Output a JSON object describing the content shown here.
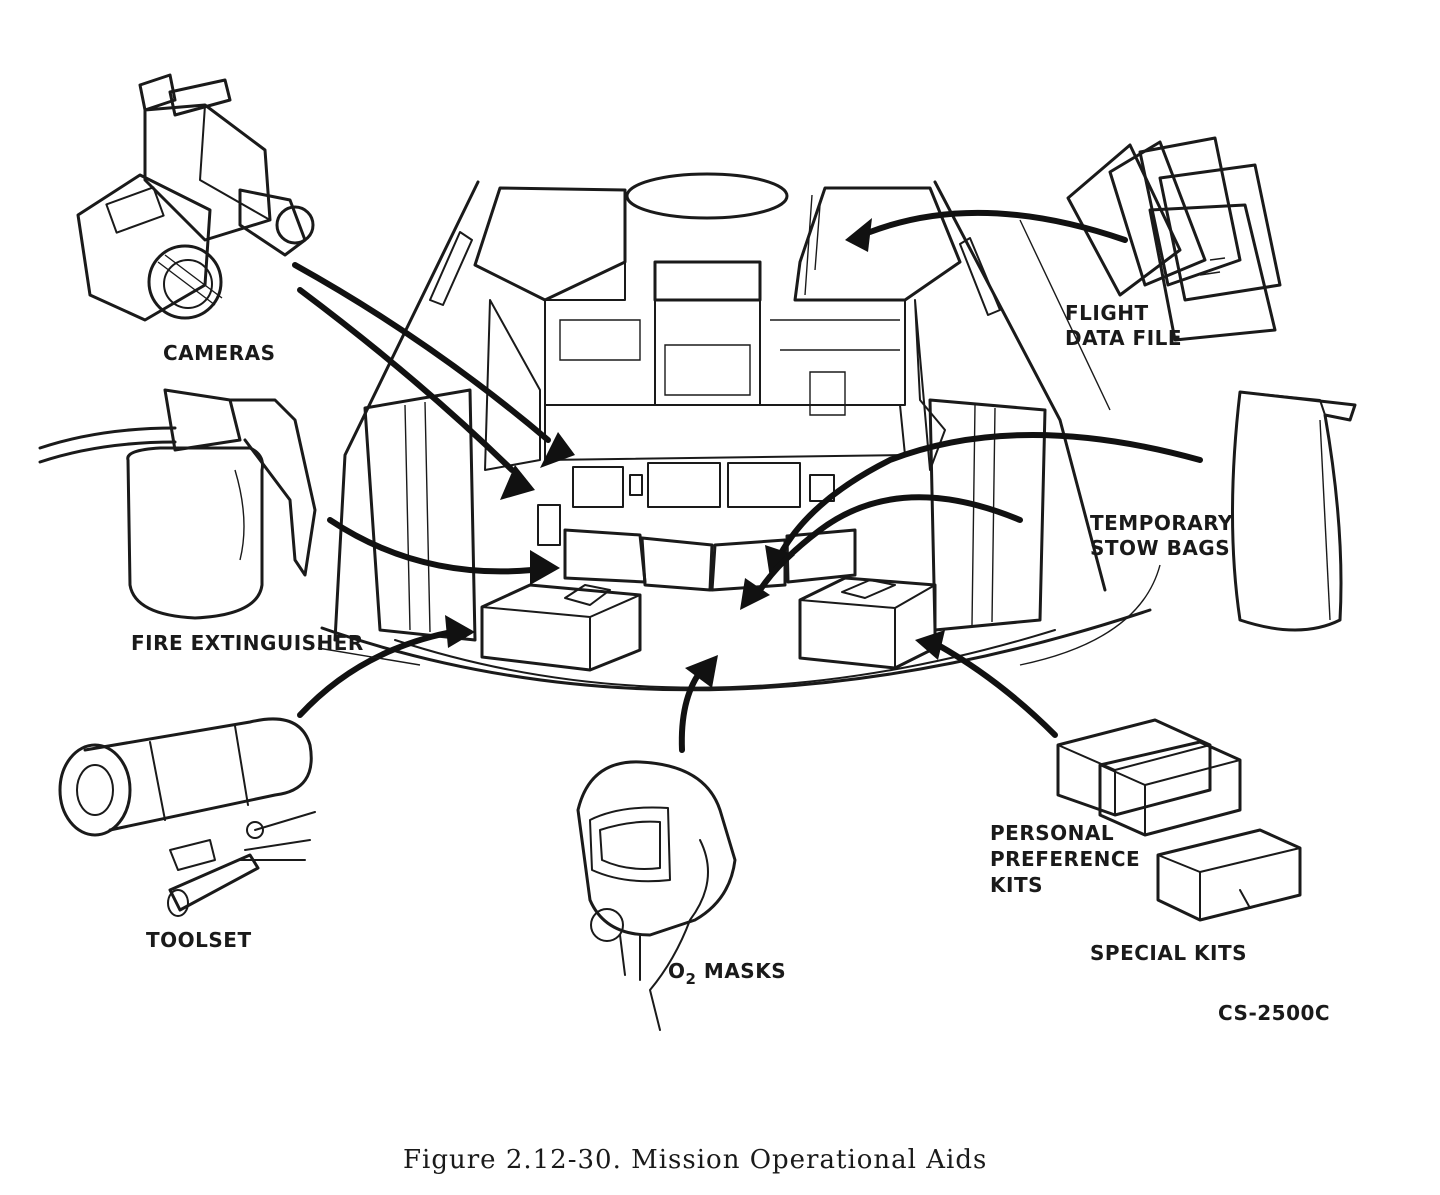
{
  "labels": {
    "cameras": "CAMERAS",
    "fire_extinguisher": "FIRE EXTINGUISHER",
    "toolset": "TOOLSET",
    "o2_masks": "O",
    "o2_masks_sub": "2",
    "o2_masks_rest": " MASKS",
    "flight_data_file_1": "FLIGHT",
    "flight_data_file_2": "DATA FILE",
    "stow_bags_1": "TEMPORARY",
    "stow_bags_2": "STOW BAGS",
    "ppk_1": "PERSONAL",
    "ppk_2": "PREFERENCE",
    "ppk_3": "KITS",
    "special_kits": "SPECIAL KITS",
    "drawing_id": "CS-2500C"
  },
  "caption": "Figure 2.12-30.  Mission Operational Aids"
}
